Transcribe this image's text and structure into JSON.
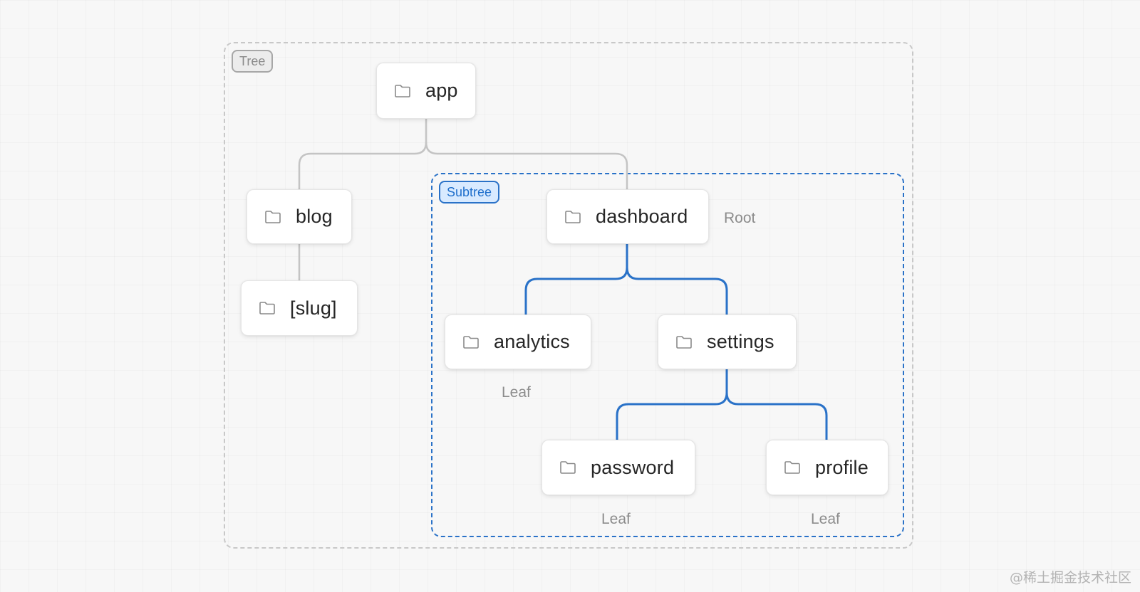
{
  "frames": {
    "tree_label": "Tree",
    "subtree_label": "Subtree"
  },
  "nodes": {
    "app": "app",
    "blog": "blog",
    "slug": "[slug]",
    "dashboard": "dashboard",
    "analytics": "analytics",
    "settings": "settings",
    "password": "password",
    "profile": "profile"
  },
  "annotations": {
    "root": "Root",
    "leaf_analytics": "Leaf",
    "leaf_password": "Leaf",
    "leaf_profile": "Leaf"
  },
  "watermark": "@稀土掘金技术社区",
  "colors": {
    "tree_connector": "#c4c4c4",
    "subtree_connector": "#2a72c8",
    "tree_frame": "#c8c8c8",
    "subtree_frame": "#2a72c8",
    "subtree_badge_bg": "#d8eaff"
  },
  "icons": {
    "node_icon": "folder-icon"
  }
}
